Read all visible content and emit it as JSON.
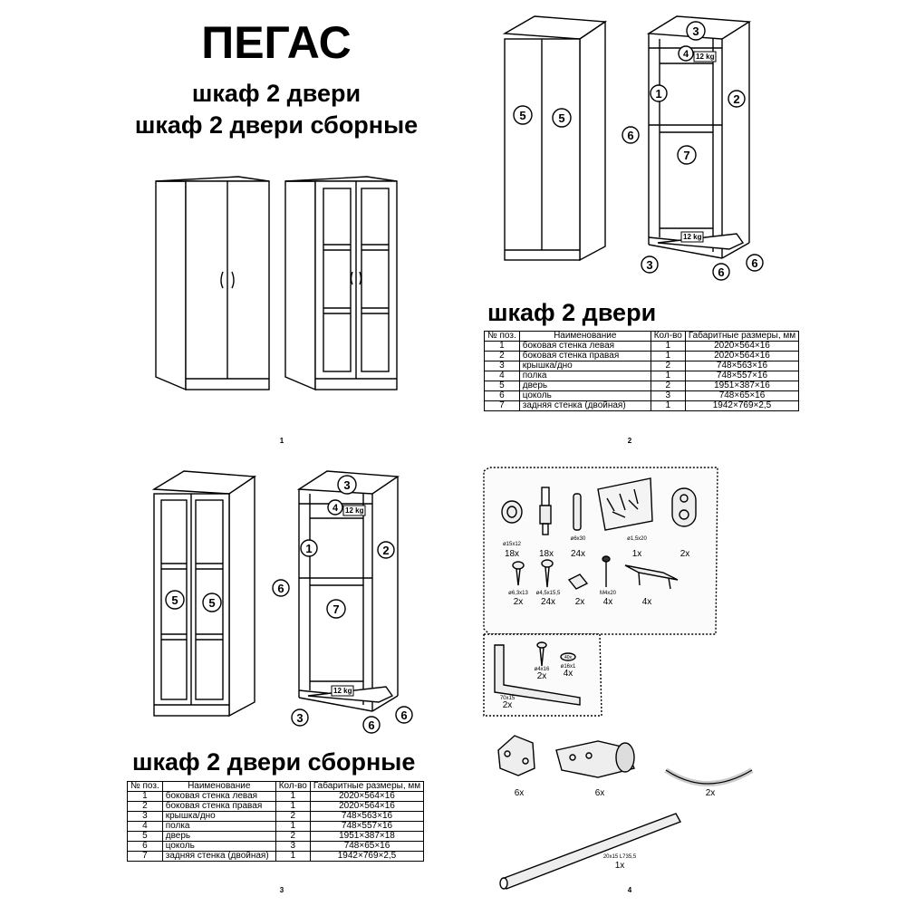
{
  "header": {
    "title": "ПЕГАС",
    "subtitle_1": "шкаф 2 двери",
    "subtitle_2": "шкаф 2 двери сборные"
  },
  "page_numbers": [
    "1",
    "2",
    "3",
    "4"
  ],
  "diagram_labels": {
    "p1": "1",
    "p2": "2",
    "p3": "3",
    "p4": "4",
    "p5": "5",
    "p6": "6",
    "p7": "7",
    "weight": "12 kg"
  },
  "table_1": {
    "heading": "шкаф 2 двери",
    "columns": [
      "№ поз.",
      "Наименование",
      "Кол-во",
      "Габаритные размеры, мм"
    ],
    "rows": [
      [
        "1",
        "боковая стенка левая",
        "1",
        "2020×564×16"
      ],
      [
        "2",
        "боковая стенка правая",
        "1",
        "2020×564×16"
      ],
      [
        "3",
        "крышка/дно",
        "2",
        "748×563×16"
      ],
      [
        "4",
        "полка",
        "1",
        "748×557×16"
      ],
      [
        "5",
        "дверь",
        "2",
        "1951×387×16"
      ],
      [
        "6",
        "цоколь",
        "3",
        "748×65×16"
      ],
      [
        "7",
        "задняя стенка (двойная)",
        "1",
        "1942×769×2,5"
      ]
    ]
  },
  "table_2": {
    "heading": "шкаф 2 двери сборные",
    "columns": [
      "№ поз.",
      "Наименование",
      "Кол-во",
      "Габаритные размеры, мм"
    ],
    "rows": [
      [
        "1",
        "боковая стенка левая",
        "1",
        "2020×564×16"
      ],
      [
        "2",
        "боковая стенка правая",
        "1",
        "2020×564×16"
      ],
      [
        "3",
        "крышка/дно",
        "2",
        "748×563×16"
      ],
      [
        "4",
        "полка",
        "1",
        "748×557×16"
      ],
      [
        "5",
        "дверь",
        "2",
        "1951×387×18"
      ],
      [
        "6",
        "цоколь",
        "3",
        "748×65×16"
      ],
      [
        "7",
        "задняя стенка (двойная)",
        "1",
        "1942×769×2,5"
      ]
    ]
  },
  "hardware": {
    "row1": [
      {
        "icon": "cam-lock-icon",
        "size": "ø15x12",
        "qty": "18x"
      },
      {
        "icon": "cam-bolt-icon",
        "size": "",
        "qty": "18x"
      },
      {
        "icon": "dowel-icon",
        "size": "ø6x30",
        "qty": "24x"
      },
      {
        "icon": "nails-bag-icon",
        "size": "ø1,5x20",
        "qty": "1x"
      },
      {
        "icon": "rod-holder-icon",
        "size": "",
        "qty": "2x"
      }
    ],
    "row2": [
      {
        "icon": "screw-icon",
        "size": "ø6,3x13",
        "qty": "2x"
      },
      {
        "icon": "screw-icon",
        "size": "ø4,5x15,5",
        "qty": "24x"
      },
      {
        "icon": "shelf-support-icon",
        "size": "",
        "qty": "2x"
      },
      {
        "icon": "bolt-icon",
        "size": "M4x20",
        "qty": "4x"
      },
      {
        "icon": "handle-icon",
        "size": "",
        "qty": "4x"
      }
    ],
    "bracket": {
      "size": "70x15",
      "qty": "2x"
    },
    "bracket_screw": {
      "size": "ø4x16",
      "qty": "2x"
    },
    "bracket_cap": {
      "size": "ø16x1",
      "qty": "4x",
      "mark": "40x"
    },
    "hinge_plate_qty": "6x",
    "hinge_qty": "6x",
    "arc_handle_qty": "2x",
    "rod": {
      "size": "20x15  L735,5",
      "qty": "1x"
    }
  }
}
